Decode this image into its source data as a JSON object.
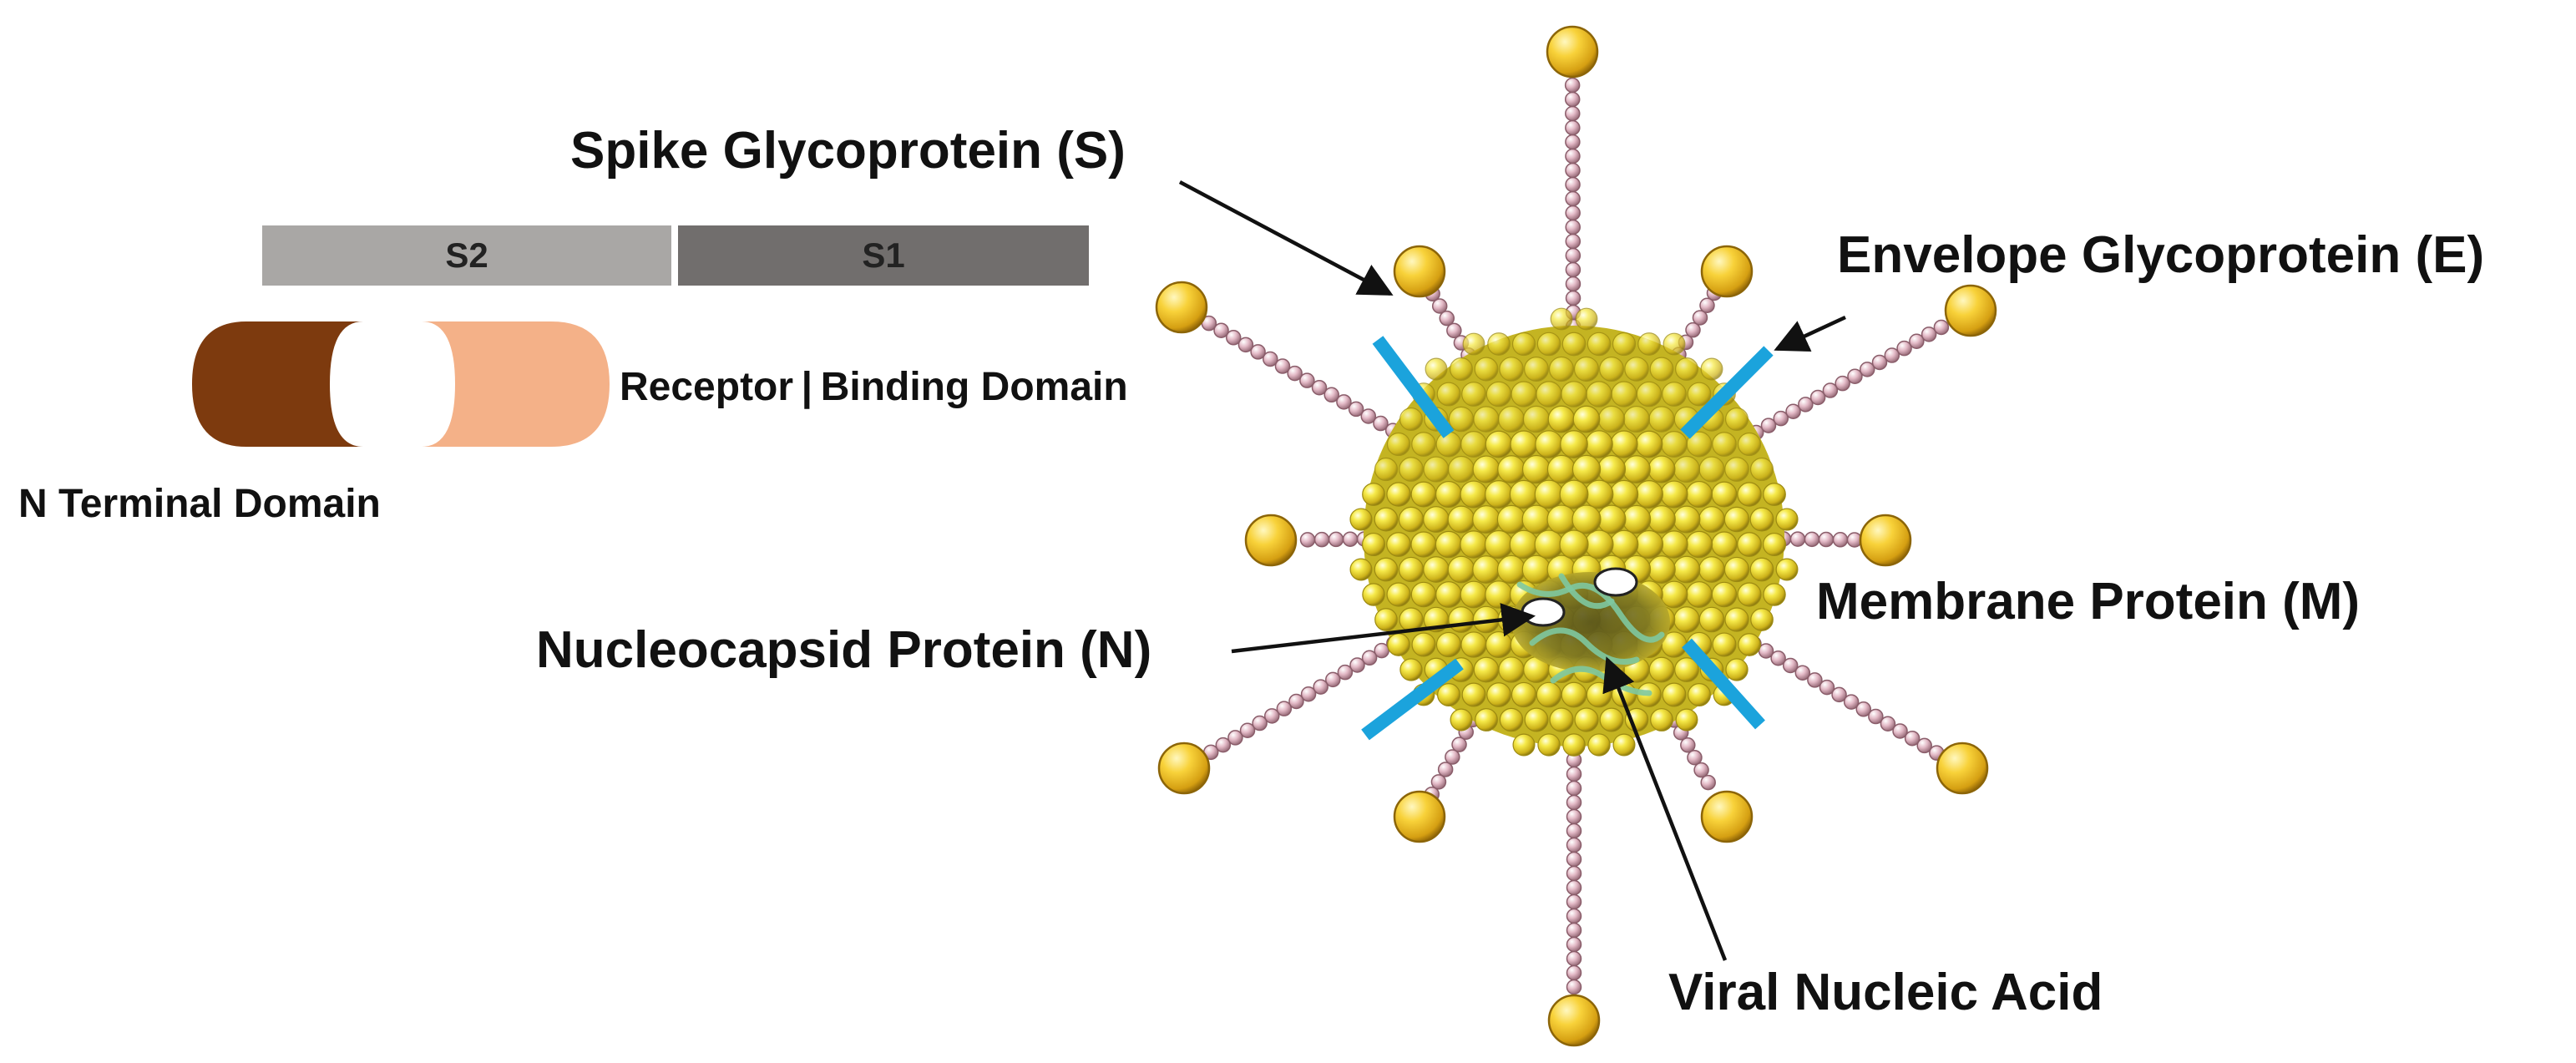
{
  "spike": {
    "label": "Spike Glycoprotein (S)",
    "s2_label": "S2",
    "s1_label": "S1",
    "s2_color": "#a9a7a5",
    "s1_color": "#716e6d"
  },
  "domains": {
    "receptor_label": "Receptor | Binding Domain",
    "n_terminal_label": "N Terminal Domain",
    "n_terminal_color": "#7d3a0e",
    "receptor_color": "#f4b188"
  },
  "virion": {
    "envelope_label": "Envelope Glycoprotein (E)",
    "membrane_label": "Membrane Protein (M)",
    "nucleocapsid_label": "Nucleocapsid Protein (N)",
    "nucleic_acid_label": "Viral Nucleic Acid",
    "sphere_color": "#f0e030",
    "stalk_color": "#d9a6b5",
    "envelope_color": "#1ba3dc"
  }
}
